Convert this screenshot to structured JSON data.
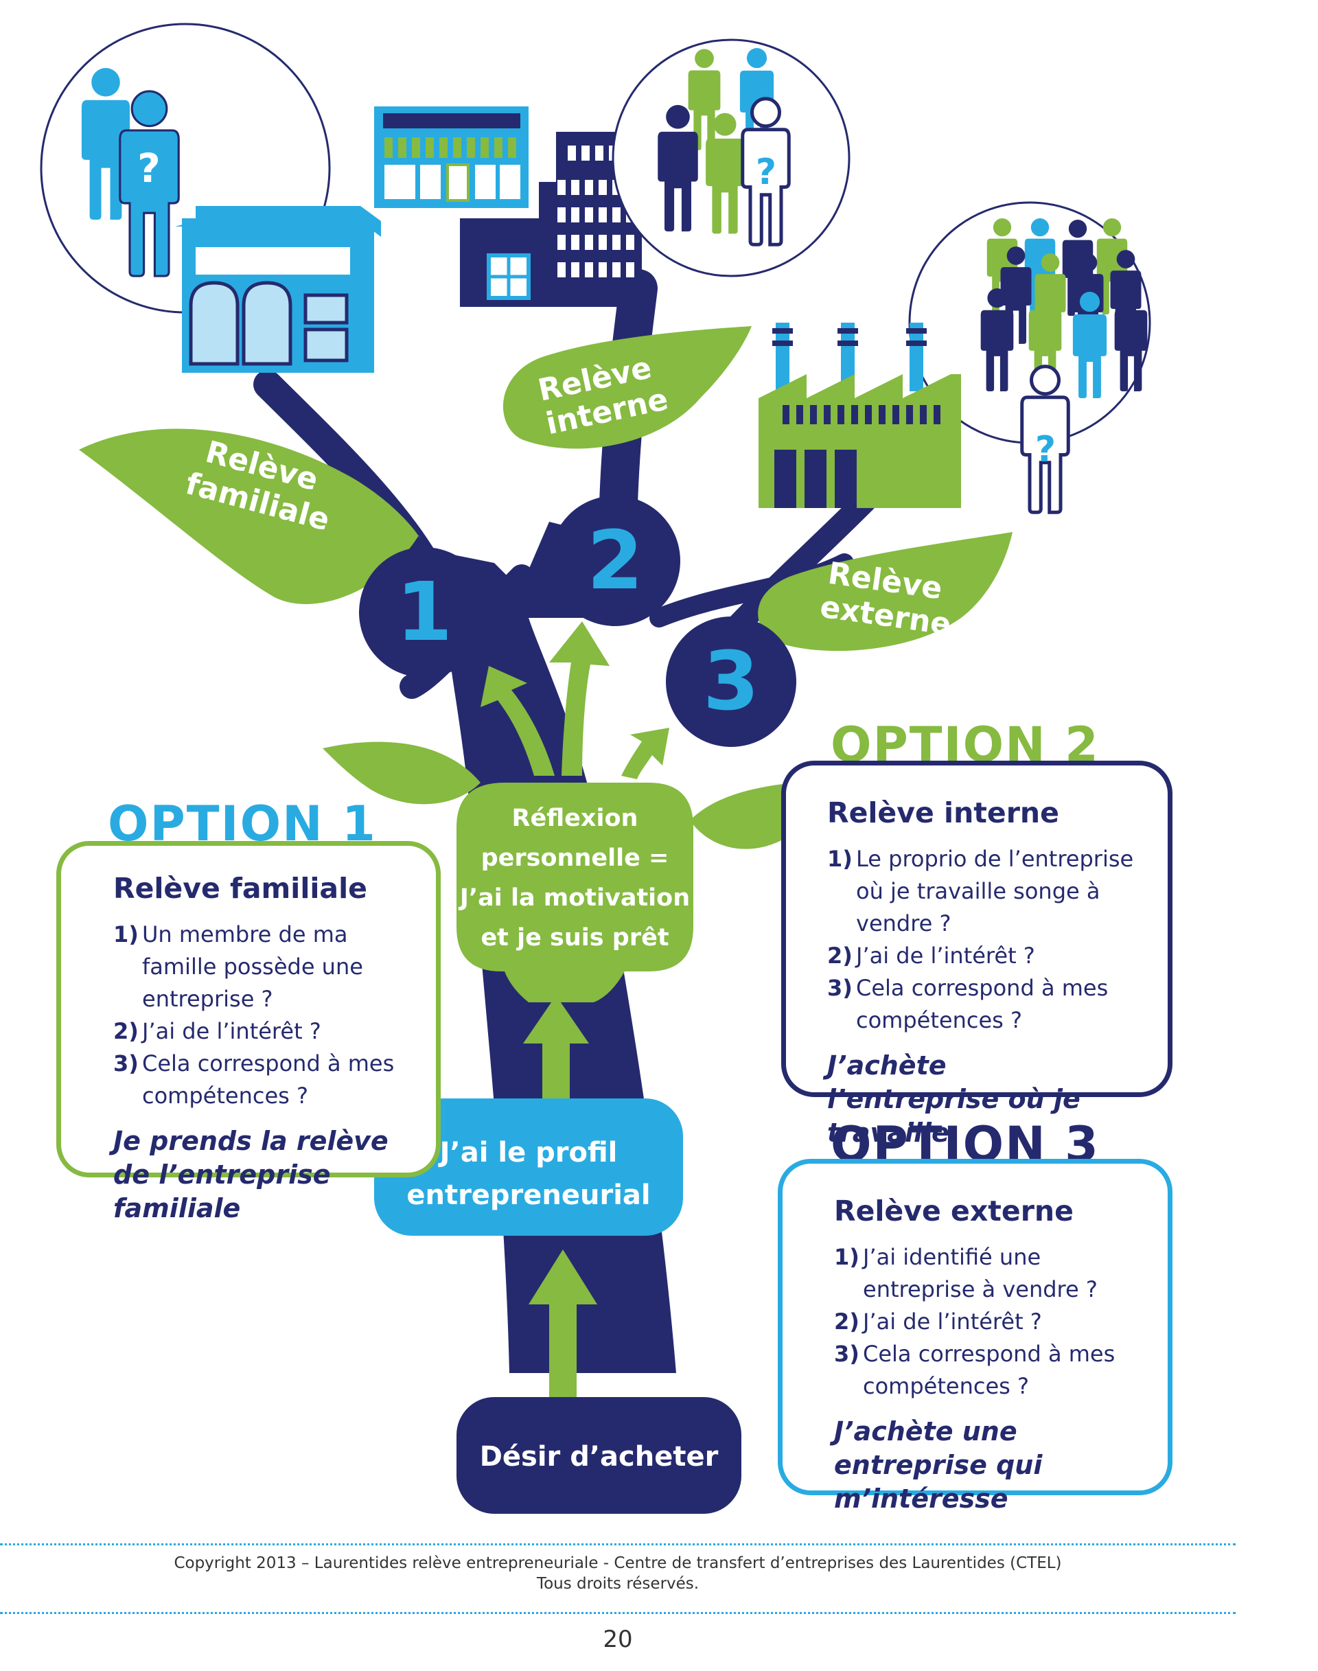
{
  "colors": {
    "navy": "#252a6e",
    "green": "#86ba41",
    "light_blue": "#29abe2",
    "pale_blue": "#b8e1f5",
    "white": "#ffffff"
  },
  "leaves": {
    "familiale": [
      "Relève",
      "familiale"
    ],
    "interne": [
      "Relève",
      "interne"
    ],
    "externe": [
      "Relève",
      "externe"
    ]
  },
  "numbers": [
    "1",
    "2",
    "3"
  ],
  "nodes": {
    "reflexion": [
      "Réflexion",
      "personnelle =",
      "J’ai la motivation",
      "et je suis prêt"
    ],
    "profil": [
      "J’ai le profil",
      "entrepreneurial"
    ],
    "desir": "Désir d’acheter"
  },
  "icons": {
    "question_mark": "?"
  },
  "options": [
    {
      "title": "OPTION 1",
      "subtitle": "Relève familiale",
      "items": [
        {
          "num": "1)",
          "text": "Un membre de ma famille possède une entreprise ?"
        },
        {
          "num": "2)",
          "text": "J’ai de l’intérêt ?"
        },
        {
          "num": "3)",
          "text": "Cela correspond à mes compétences ?"
        }
      ],
      "conclusion": "Je prends la relève de l’entreprise familiale"
    },
    {
      "title": "OPTION 2",
      "subtitle": "Relève interne",
      "items": [
        {
          "num": "1)",
          "text": "Le proprio de l’entreprise où je travaille songe à vendre ?"
        },
        {
          "num": "2)",
          "text": "J’ai de l’intérêt ?"
        },
        {
          "num": "3)",
          "text": "Cela correspond à mes compétences ?"
        }
      ],
      "conclusion": "J’achète l’entreprise où je travaille"
    },
    {
      "title": "OPTION 3",
      "subtitle": "Relève externe",
      "items": [
        {
          "num": "1)",
          "text": "J’ai identifié une entreprise à vendre ?"
        },
        {
          "num": "2)",
          "text": "J’ai de l’intérêt ?"
        },
        {
          "num": "3)",
          "text": "Cela correspond à mes compétences ?"
        }
      ],
      "conclusion": "J’achète une entreprise qui m’intéresse"
    }
  ],
  "footer": {
    "copyright": "Copyright 2013 – Laurentides relève entrepreneuriale - Centre de transfert d’entreprises des Laurentides (CTEL)",
    "rights": "Tous droits réservés.",
    "page_number": "20"
  }
}
